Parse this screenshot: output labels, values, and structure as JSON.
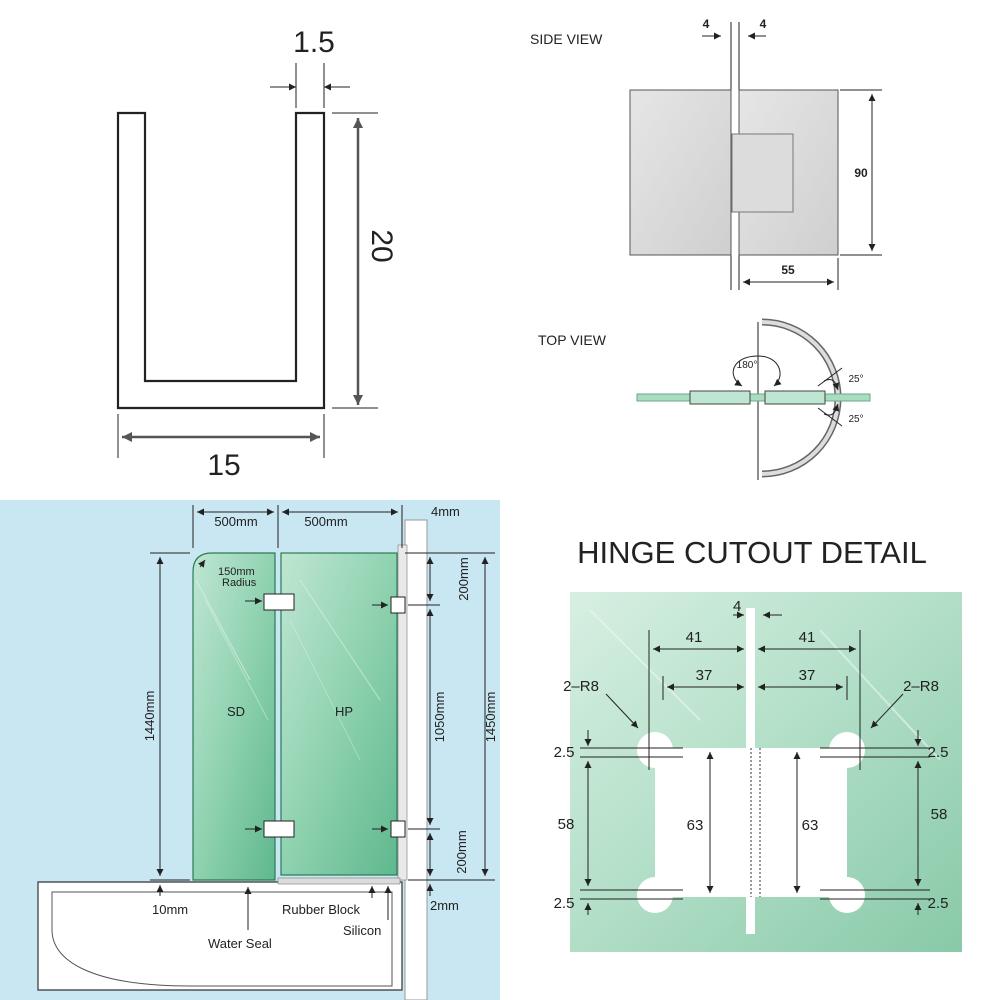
{
  "channel": {
    "thickness": "1.5",
    "height": "20",
    "width": "15"
  },
  "side_view": {
    "title": "SIDE VIEW",
    "gap_left": "4",
    "gap_right": "4",
    "height": "90",
    "width": "55"
  },
  "top_view": {
    "title": "TOP VIEW",
    "angle_open": "180°",
    "angle_top": "25°",
    "angle_bottom": "25°"
  },
  "install": {
    "width_left": "500mm",
    "width_right": "500mm",
    "gap_wall": "4mm",
    "radius": "150mm",
    "radius_word": "Radius",
    "panel_left": "SD",
    "panel_right": "HP",
    "height_total_left": "1440mm",
    "top_offset": "200mm",
    "hinge_spacing": "1050mm",
    "bottom_offset": "200mm",
    "height_total_right": "1450mm",
    "gap_bottom": "10mm",
    "water_seal": "Water Seal",
    "rubber_block": "Rubber Block",
    "silicon": "Silicon",
    "gap_small": "2mm"
  },
  "cutout": {
    "title": "HINGE CUTOUT DETAIL",
    "gap": "4",
    "left_outer": "41",
    "right_outer": "41",
    "left_inner": "37",
    "right_inner": "37",
    "radius_left": "2–R8",
    "radius_right": "2–R8",
    "top_left": "2.5",
    "top_right": "2.5",
    "side_left": "58",
    "side_right": "58",
    "inner_left": "63",
    "inner_right": "63",
    "bottom_left": "2.5",
    "bottom_right": "2.5"
  }
}
